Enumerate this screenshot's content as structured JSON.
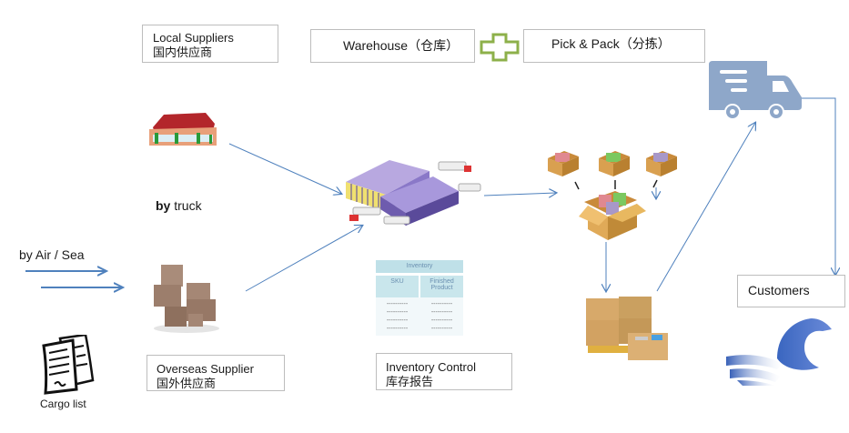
{
  "boxes": {
    "local_suppliers": {
      "line1": "Local Suppliers",
      "line2": "国内供应商"
    },
    "warehouse": {
      "line1": "Warehouse（仓库）"
    },
    "pick_pack": {
      "line1": "Pick & Pack（分拣）"
    },
    "overseas_supplier": {
      "line1": "Overseas Supplier",
      "line2": "国外供应商"
    },
    "inventory_control": {
      "line1": "Inventory Control",
      "line2": "库存报告"
    },
    "customers": {
      "line1": "Customers"
    }
  },
  "labels": {
    "by_truck_bold": "by",
    "by_truck_rest": " truck",
    "by_air_sea": "by Air / Sea",
    "cargo_list": "Cargo list"
  },
  "inventory_report": {
    "title": "Inventory",
    "columns": [
      "SKU",
      "Finished Product"
    ],
    "rows": [
      "----------",
      "----------",
      "----------",
      "----------"
    ]
  },
  "colors": {
    "arrow": "#4f81bd",
    "truck": "#8ea7c9",
    "plus": "#8db04a",
    "border": "#bdbdbd"
  },
  "icons": [
    "store-icon",
    "warehouse-icon",
    "boxes-icon",
    "sorting-boxes-icon",
    "pallet-icon",
    "delivery-truck-icon",
    "eagle-logo-icon",
    "cargo-list-icon",
    "plus-icon",
    "inventory-table-icon"
  ]
}
